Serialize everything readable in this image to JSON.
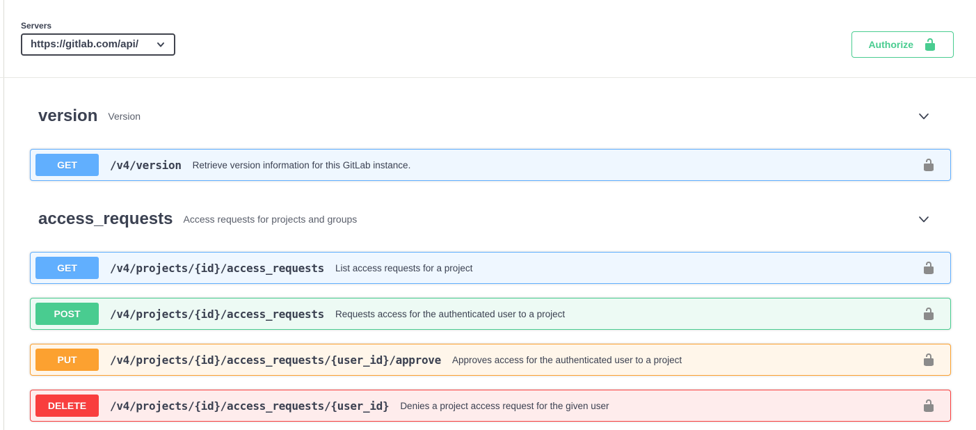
{
  "servers": {
    "label": "Servers",
    "selected_url": "https://gitlab.com/api/"
  },
  "authorize": {
    "label": "Authorize"
  },
  "icons": {
    "server_select": "chevron-down-icon",
    "authorize": "unlock-icon",
    "section": "chevron-down-icon",
    "endpoint": "unlock-icon"
  },
  "colors": {
    "get": "#61affe",
    "post": "#49cc90",
    "put": "#fca130",
    "delete": "#f93e3e",
    "authorize_green": "#49cc90",
    "text_dark": "#3b4151",
    "row_lock_gray": "#8b8b8b"
  },
  "sections": [
    {
      "title": "version",
      "description": "Version",
      "endpoints": [
        {
          "method": "GET",
          "path": "/v4/version",
          "description": "Retrieve version information for this GitLab instance."
        }
      ]
    },
    {
      "title": "access_requests",
      "description": "Access requests for projects and groups",
      "endpoints": [
        {
          "method": "GET",
          "path": "/v4/projects/{id}/access_requests",
          "description": "List access requests for a project"
        },
        {
          "method": "POST",
          "path": "/v4/projects/{id}/access_requests",
          "description": "Requests access for the authenticated user to a project"
        },
        {
          "method": "PUT",
          "path": "/v4/projects/{id}/access_requests/{user_id}/approve",
          "description": "Approves access for the authenticated user to a project"
        },
        {
          "method": "DELETE",
          "path": "/v4/projects/{id}/access_requests/{user_id}",
          "description": "Denies a project access request for the given user"
        }
      ]
    }
  ]
}
